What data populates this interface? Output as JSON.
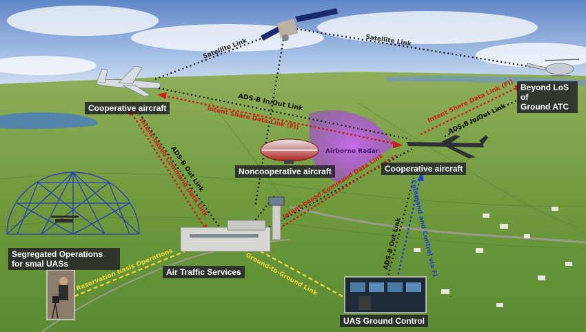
{
  "nodes": {
    "cooperative_aircraft_left": "Cooperative aircraft",
    "cooperative_aircraft_right": "Cooperative aircraft",
    "noncooperative_aircraft": "Noncooperative aircraft",
    "beyond_los_line1": "Beyond LoS of",
    "beyond_los_line2": "Ground ATC",
    "segregated_line1": "Segregated Operations",
    "segregated_line2": "for smal UASs",
    "air_traffic_services": "Air Traffic Services",
    "uas_ground_control": "UAS Ground Control"
  },
  "links": {
    "satellite_left": "Satellite Link",
    "satellite_right": "Satellite Link",
    "adsb_inout_top": "ADS-B In/Out Link",
    "intent_share_top": "Intent Share Data Link (FI)",
    "intent_share_right": "Intent Share Data Link (FI)",
    "adsb_inout_right": "ADS-B In/Out Link",
    "adsb_out_left": "ADS-B Out Link",
    "intent_command_left": "Intent-based Command Data Link",
    "intent_command_center": "Intent-based Command Data Link",
    "adsb_out_lower": "ADS-B Out Link",
    "command_control": "Command and Control via FI",
    "ground_to_ground": "Ground-to-Ground Link",
    "reservation_basis": "Reservation Basis Operations",
    "airborne_radar": "Airborne Radar"
  },
  "colors": {
    "sky_top": "#6f93cc",
    "land": "#7ea248",
    "black_link": "#111111",
    "red_link": "#cc1f1a",
    "blue_link": "#1f3fd6",
    "yellow_link": "#e8d83a",
    "radar": "#b04bdc",
    "label_bg": "#232328"
  }
}
